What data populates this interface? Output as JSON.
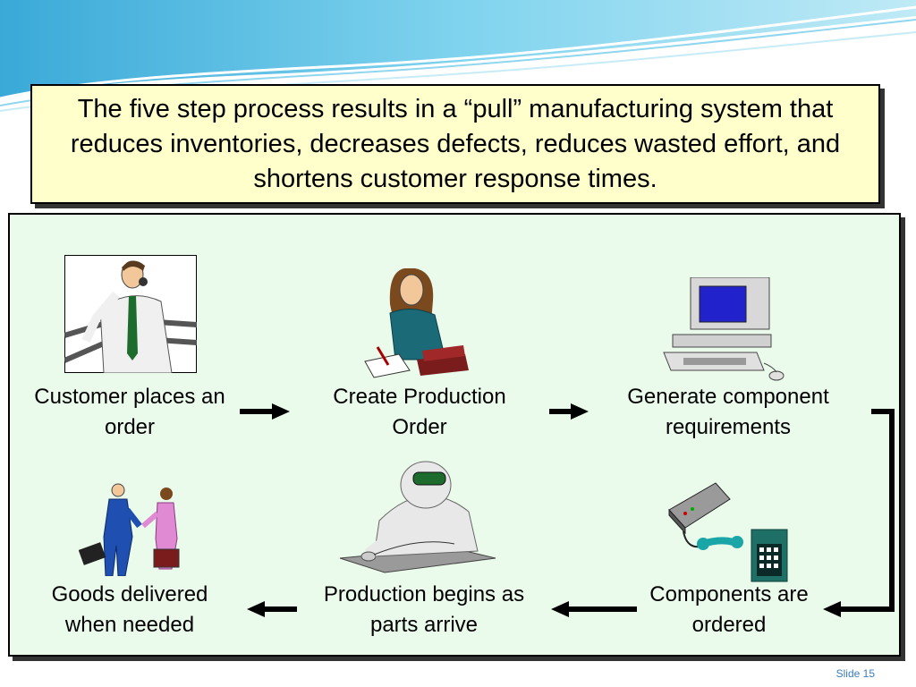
{
  "title": "The five step process results in a “pull” manufacturing system that reduces inventories, decreases defects, reduces wasted effort, and shortens customer response times.",
  "steps": [
    {
      "label": "Customer places an order",
      "icon": "businessman-on-phone-icon"
    },
    {
      "label": "Create Production Order",
      "icon": "woman-writing-icon"
    },
    {
      "label": "Generate component requirements",
      "icon": "computer-icon"
    },
    {
      "label": "Components are ordered",
      "icon": "modem-and-telephone-icon"
    },
    {
      "label": "Production begins as parts arrive",
      "icon": "cleanroom-worker-icon"
    },
    {
      "label": "Goods delivered when needed",
      "icon": "handshake-icon"
    }
  ],
  "footer": {
    "slide_number": "Slide 15"
  },
  "colors": {
    "title_bg": "#ffffcc",
    "panel_bg": "#ebfbeb",
    "wave": "#5bc0de",
    "slide_number": "#3a7cc2"
  }
}
